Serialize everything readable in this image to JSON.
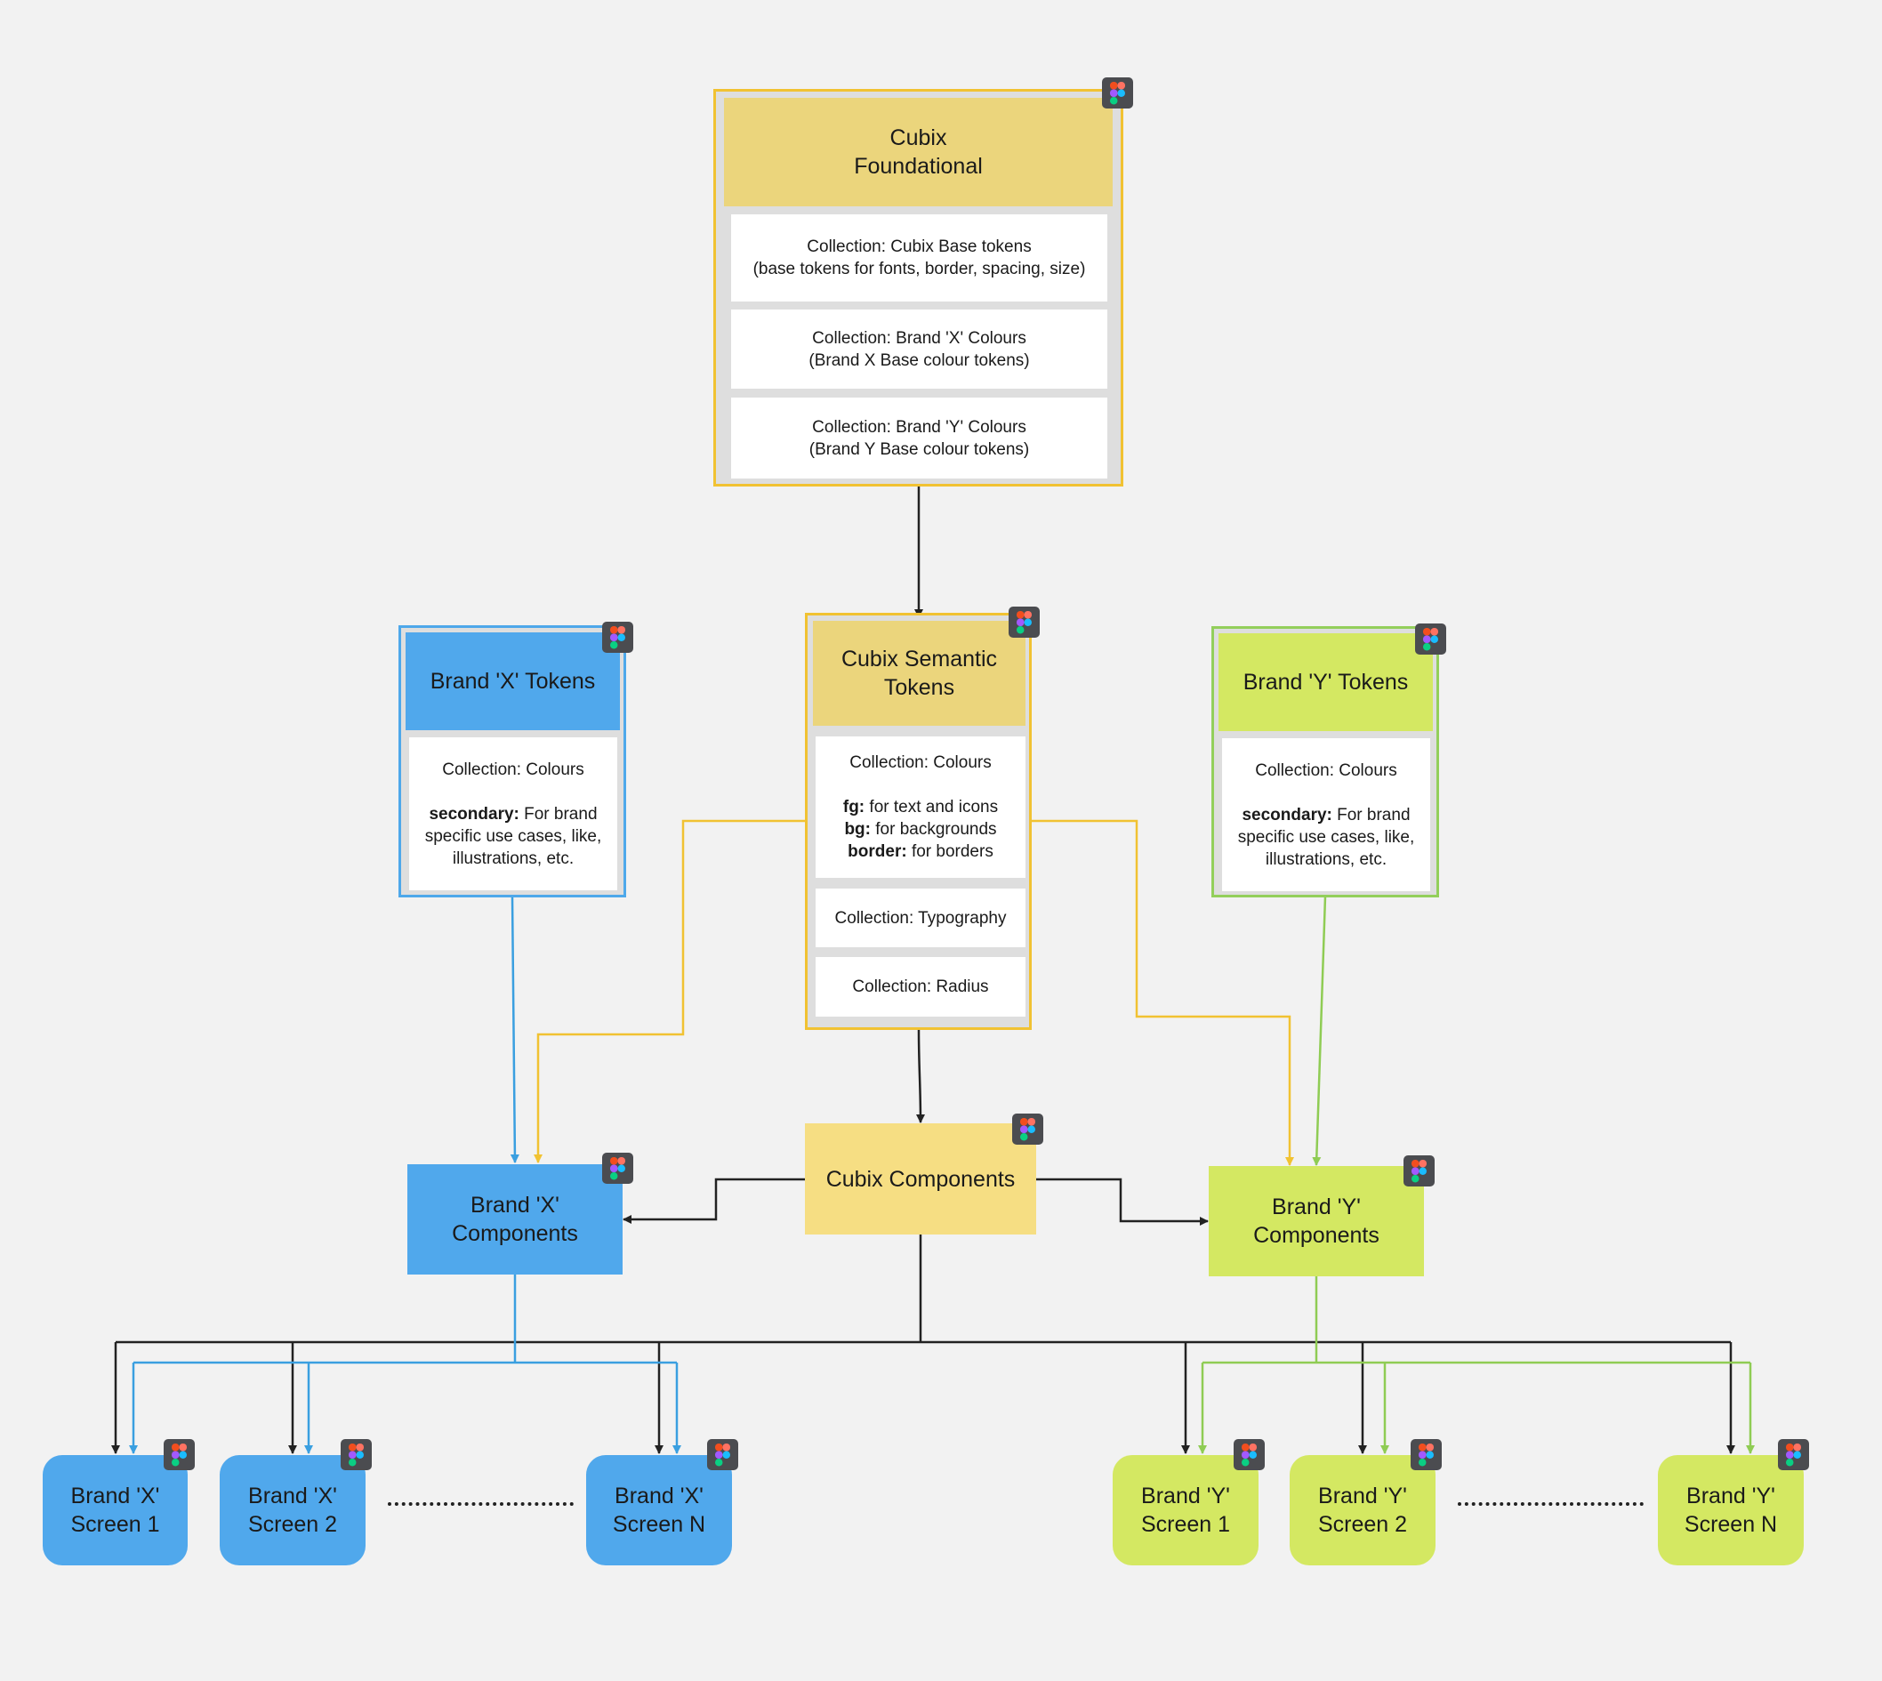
{
  "foundational": {
    "title": "Cubix\nFoundational",
    "cards": [
      [
        "Collection: Cubix Base tokens",
        "(base tokens for fonts, border, spacing, size)"
      ],
      [
        "Collection: Brand 'X' Colours",
        "(Brand X Base colour tokens)"
      ],
      [
        "Collection: Brand 'Y' Colours",
        "(Brand Y Base colour tokens)"
      ]
    ]
  },
  "semantic": {
    "title": "Cubix Semantic\nTokens",
    "colours_title": "Collection: Colours",
    "fg_key": "fg:",
    "fg_text": " for text and icons",
    "bg_key": "bg:",
    "bg_text": " for backgrounds",
    "border_key": "border:",
    "border_text": " for borders",
    "typography": "Collection: Typography",
    "radius": "Collection: Radius"
  },
  "brand_x_tokens": {
    "title": "Brand 'X' Tokens",
    "collection": "Collection: Colours",
    "secondary_key": "secondary:",
    "secondary_text_1": " For brand",
    "secondary_text_2": "specific use cases, like,",
    "secondary_text_3": "illustrations, etc."
  },
  "brand_y_tokens": {
    "title": "Brand 'Y' Tokens",
    "collection": "Collection: Colours",
    "secondary_key": "secondary:",
    "secondary_text_1": " For brand",
    "secondary_text_2": "specific use cases, like,",
    "secondary_text_3": "illustrations, etc."
  },
  "components": {
    "cubix": "Cubix Components",
    "brand_x_1": "Brand 'X'",
    "brand_x_2": "Components",
    "brand_y_1": "Brand 'Y'",
    "brand_y_2": "Components"
  },
  "screens": {
    "x": [
      [
        "Brand 'X'",
        "Screen 1"
      ],
      [
        "Brand 'X'",
        "Screen 2"
      ],
      [
        "Brand 'X'",
        "Screen N"
      ]
    ],
    "y": [
      [
        "Brand 'Y'",
        "Screen 1"
      ],
      [
        "Brand 'Y'",
        "Screen 2"
      ],
      [
        "Brand 'Y'",
        "Screen N"
      ]
    ]
  },
  "icons": {
    "source": "figma-icon"
  },
  "colors": {
    "yellow_border": "#f1c232",
    "blue": "#50a8ec",
    "green": "#d4e862",
    "connector_dark": "#222222",
    "connector_blue": "#3a9fe0",
    "connector_green": "#8fcc54",
    "connector_yellow": "#f1c232"
  }
}
